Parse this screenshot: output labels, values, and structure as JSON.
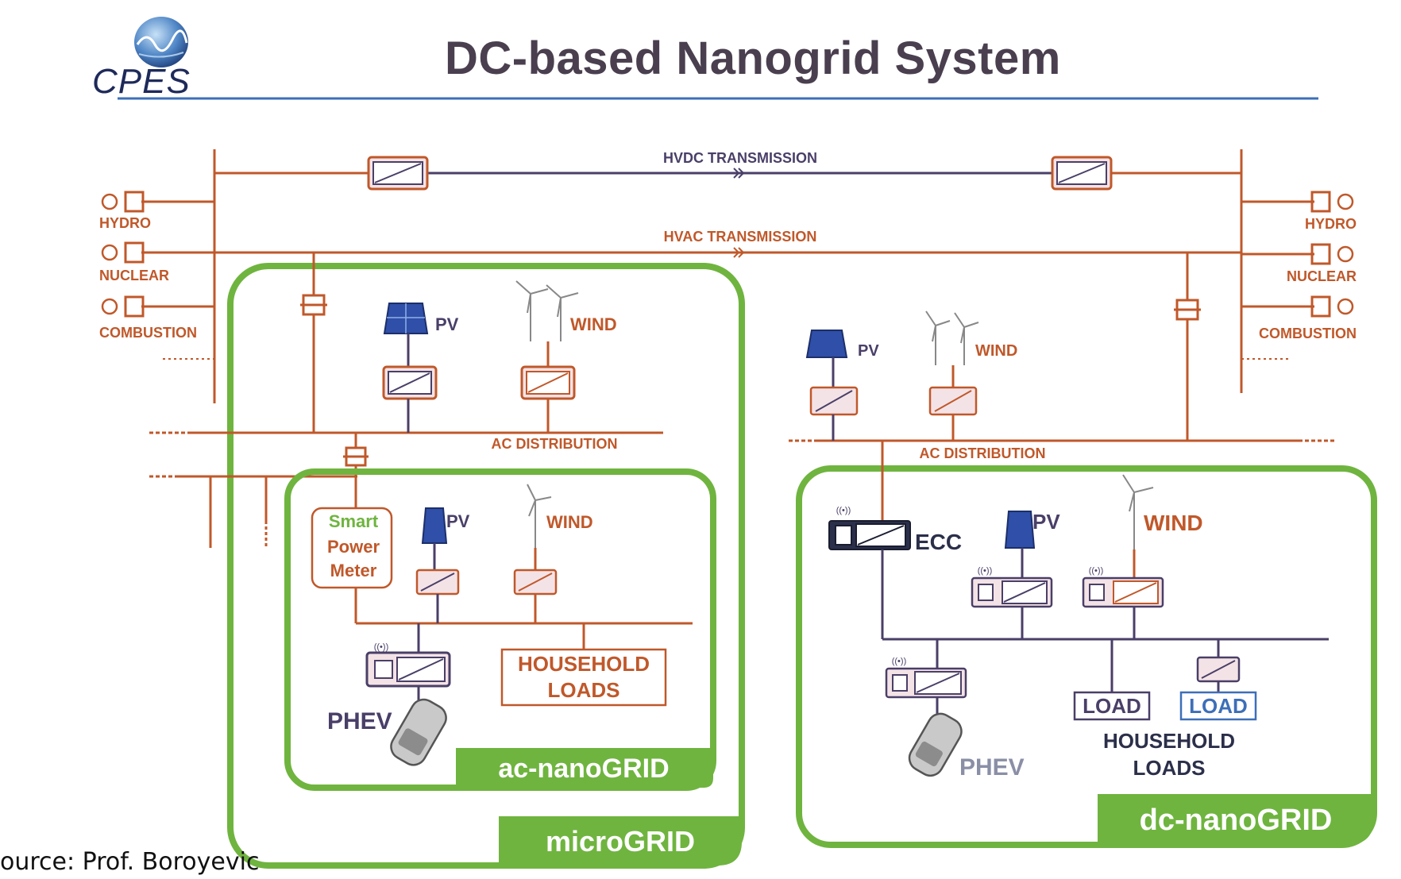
{
  "header": {
    "logo_text": "CPES",
    "title": "DC-based Nanogrid System"
  },
  "grid": {
    "hvdc_label": "HVDC  TRANSMISSION",
    "hvac_label": "HVAC TRANSMISSION",
    "left_sources": [
      "HYDRO",
      "NUCLEAR",
      "COMBUSTION"
    ],
    "right_sources": [
      "HYDRO",
      "NUCLEAR",
      "COMBUSTION"
    ]
  },
  "microgrid": {
    "label": "microGRID",
    "pv_label": "PV",
    "wind_label": "WIND",
    "ac_distribution_label": "AC DISTRIBUTION"
  },
  "ac_nanogrid": {
    "label": "ac-nanoGRID",
    "smart_meter": [
      "Smart",
      "Power",
      "Meter"
    ],
    "pv_label": "PV",
    "wind_label": "WIND",
    "household_loads": [
      "HOUSEHOLD",
      "LOADS"
    ],
    "phev_label": "PHEV"
  },
  "right_area": {
    "pv_label": "PV",
    "wind_label": "WIND",
    "ac_distribution_label": "AC DISTRIBUTION"
  },
  "dc_nanogrid": {
    "label": "dc-nanoGRID",
    "ecc_label": "ECC",
    "pv_label": "PV",
    "wind_label": "WIND",
    "load1_label": "LOAD",
    "load2_label": "LOAD",
    "household_loads": [
      "HOUSEHOLD",
      "LOADS"
    ],
    "phev_label": "PHEV"
  },
  "footer": {
    "source": "ource: Prof. Boroyevic"
  },
  "colors": {
    "ac_line": "#c0582a",
    "dc_line": "#4a3f68",
    "green": "#6fb43f",
    "green_dark": "#5a9a2f",
    "orange_text": "#c0582a",
    "title": "#4a3f4f",
    "blue_title_line": "#3d6fb8",
    "pv_panel": "#2f4fa8"
  }
}
